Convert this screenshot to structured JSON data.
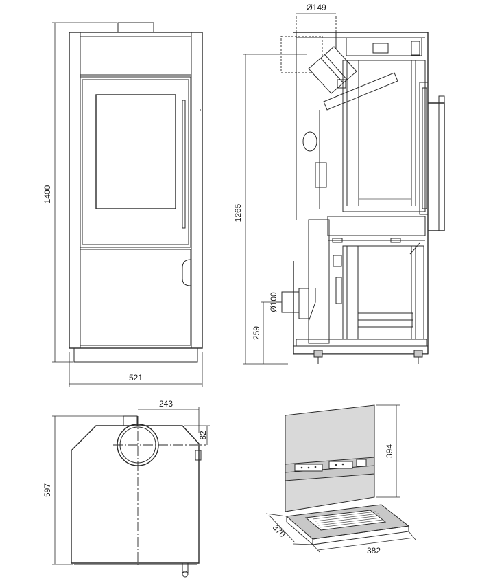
{
  "dimensions": {
    "front_height": "1400",
    "front_width": "521",
    "side_height": "1265",
    "outlet_top_diameter": "Ø149",
    "outlet_rear_diameter": "Ø100",
    "outlet_rear_height": "259",
    "top_offset": "243",
    "top_depth_offset": "82",
    "top_depth": "597",
    "accessory_height": "394",
    "accessory_depth": "370",
    "accessory_width": "382"
  }
}
